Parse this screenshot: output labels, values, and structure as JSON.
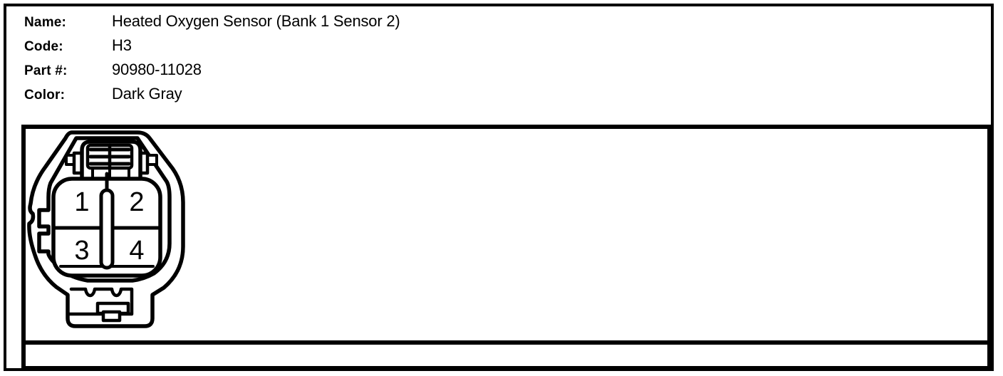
{
  "panel": {
    "rows": [
      {
        "label": "Name:",
        "value": "Heated Oxygen Sensor (Bank 1 Sensor 2)"
      },
      {
        "label": "Code:",
        "value": "H3"
      },
      {
        "label": "Part #:",
        "value": "90980-11028"
      },
      {
        "label": "Color:",
        "value": "Dark Gray"
      }
    ]
  },
  "connector": {
    "pins": [
      "1",
      "2",
      "3",
      "4"
    ]
  },
  "colors": {
    "ink": "#000000",
    "paper": "#ffffff"
  }
}
